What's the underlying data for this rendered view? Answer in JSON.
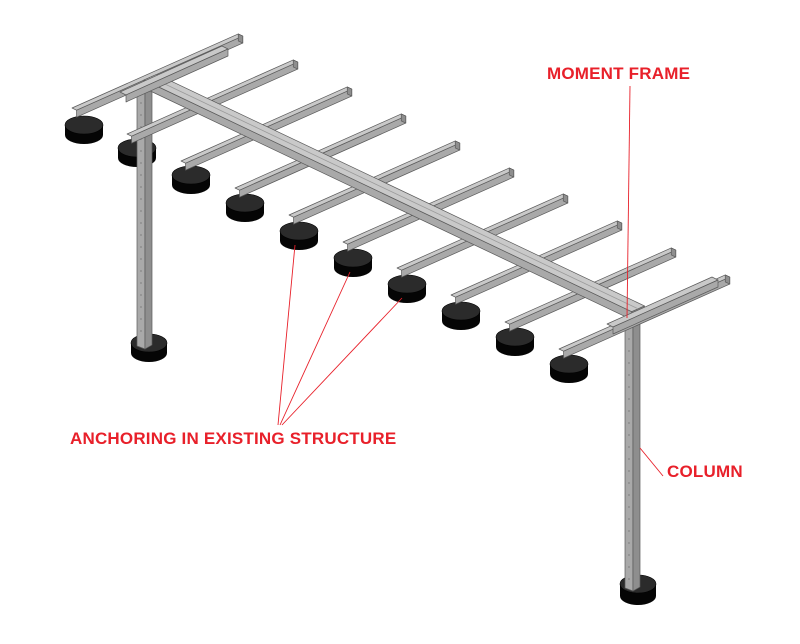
{
  "labels": {
    "moment_frame": "MOMENT FRAME",
    "anchoring": "ANCHORING IN EXISTING STRUCTURE",
    "column": "COLUMN"
  },
  "colors": {
    "label": "#e8202a",
    "leader": "#e8202a",
    "steel_top": "#c9c9c9",
    "steel_side": "#8e8e8e",
    "steel_front": "#a9a9a9",
    "steel_edge": "#5a5a5a",
    "anchor_top": "#2b2b2b",
    "anchor_side": "#050505"
  },
  "structure": {
    "joist_count": 10,
    "column_count": 2,
    "anchor_count": 12
  }
}
